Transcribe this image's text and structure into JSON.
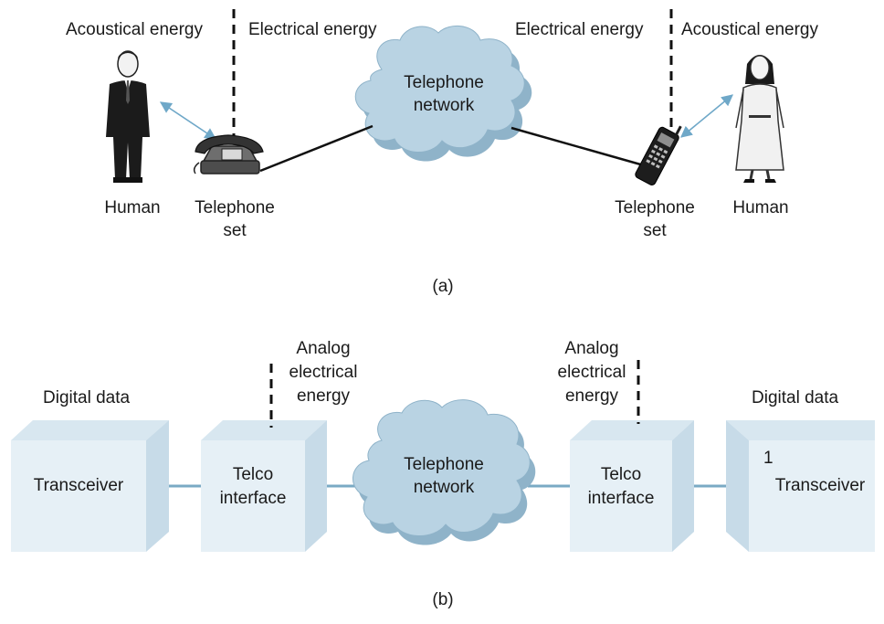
{
  "part_a": {
    "left_acoustic": "Acoustical energy",
    "left_electrical": "Electrical energy",
    "right_electrical": "Electrical energy",
    "right_acoustic": "Acoustical energy",
    "network_line1": "Telephone",
    "network_line2": "network",
    "human_left": "Human",
    "human_right": "Human",
    "set_left_line1": "Telephone",
    "set_left_line2": "set",
    "set_right_line1": "Telephone",
    "set_right_line2": "set",
    "caption": "(a)"
  },
  "part_b": {
    "digital_left": "Digital data",
    "digital_right": "Digital data",
    "analog_left": [
      "Analog",
      "electrical",
      "energy"
    ],
    "analog_right": [
      "Analog",
      "electrical",
      "energy"
    ],
    "transceiver_left": "Transceiver",
    "transceiver_right": "Transceiver",
    "transceiver_right_mark": "1",
    "telco_left": [
      "Telco",
      "interface"
    ],
    "telco_right": [
      "Telco",
      "interface"
    ],
    "network_line1": "Telephone",
    "network_line2": "network",
    "caption": "(b)"
  },
  "colors": {
    "cloud_fill": "#b9d3e3",
    "cloud_shadow": "#8fb3c9",
    "box_front": "#e6f0f6",
    "box_side": "#c7dbe8",
    "box_top": "#d8e7f0",
    "link_line": "#7aaac4",
    "arrow": "#6fa8c8"
  }
}
